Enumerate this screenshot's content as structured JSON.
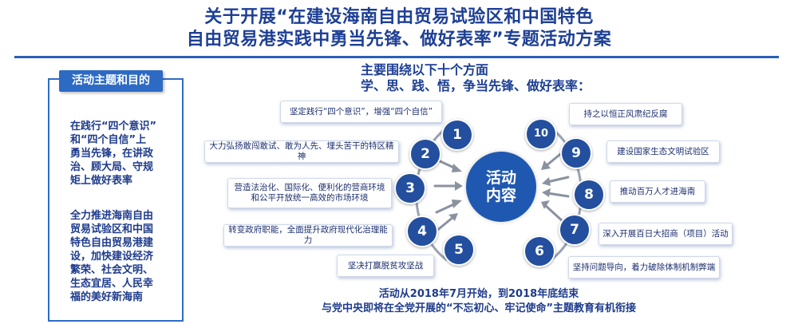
{
  "title": {
    "line1": "关于开展“在建设海南自由贸易试验区和中国特色",
    "line2": "自由贸易港实践中勇当先锋、做好表率”专题活动方案"
  },
  "left_panel": {
    "tag": "活动主题和目的",
    "text1": "在践行“四个意识”\n和“四个自信”上\n勇当先锋，在讲政\n治、顾大局、守规\n矩上做好表率",
    "text2": "全力推进海南自由\n贸易试验区和中国\n特色自由贸易港建\n设，加快建设经济\n繁荣、社会文明、\n生态宜居、人民幸\n福的美好新海南"
  },
  "heading": "主要围绕以下十个方面\n学、思、践、悟，争当先锋、做好表率：",
  "center": "活动\n内容",
  "items": [
    {
      "num": "1",
      "text": "坚定践行“四个意识”，增强“四个自信”"
    },
    {
      "num": "2",
      "text": "大力弘扬敢闯敢试、敢为人先、埋头苦干的特区精神"
    },
    {
      "num": "3",
      "text": "营造法治化、国际化、便利化的营商环境和公平开放统一高效的市场环境"
    },
    {
      "num": "4",
      "text": "转变政府职能，全面提升政府现代化治理能力"
    },
    {
      "num": "5",
      "text": "坚决打赢脱贫攻坚战"
    },
    {
      "num": "6",
      "text": "坚持问题导向，着力破除体制机制弊端"
    },
    {
      "num": "7",
      "text": "深入开展百日大招商（项目）活动"
    },
    {
      "num": "8",
      "text": "推动百万人才进海南"
    },
    {
      "num": "9",
      "text": "建设国家生态文明试验区"
    },
    {
      "num": "10",
      "text": "持之以恒正风肃纪反腐"
    }
  ],
  "footer": {
    "line1": "活动从2018年7月开始，到2018年底结束",
    "line2": "与党中央即将在全党开展的“不忘初心、牢记使命”主题教育有机衔接"
  }
}
